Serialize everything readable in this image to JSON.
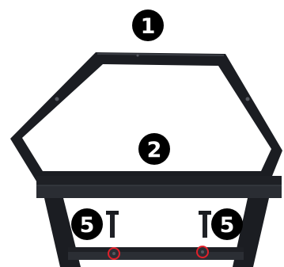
{
  "photo": {
    "subject": "hexagonal-frame-assembly",
    "frame_color": "#1b1d22",
    "background_color": "#ffffff",
    "marker_color": "#e0202a"
  },
  "callouts": [
    {
      "id": "part-1",
      "label": "1",
      "target": "hexagon-frame-top"
    },
    {
      "id": "part-2",
      "label": "2",
      "target": "cross-beam"
    },
    {
      "id": "part-5-left",
      "label": "5",
      "target": "bolt-left"
    },
    {
      "id": "part-5-right",
      "label": "5",
      "target": "bolt-right"
    }
  ],
  "markers": [
    {
      "id": "hole-left",
      "shape": "circle-outline"
    },
    {
      "id": "hole-right",
      "shape": "circle-outline"
    }
  ]
}
